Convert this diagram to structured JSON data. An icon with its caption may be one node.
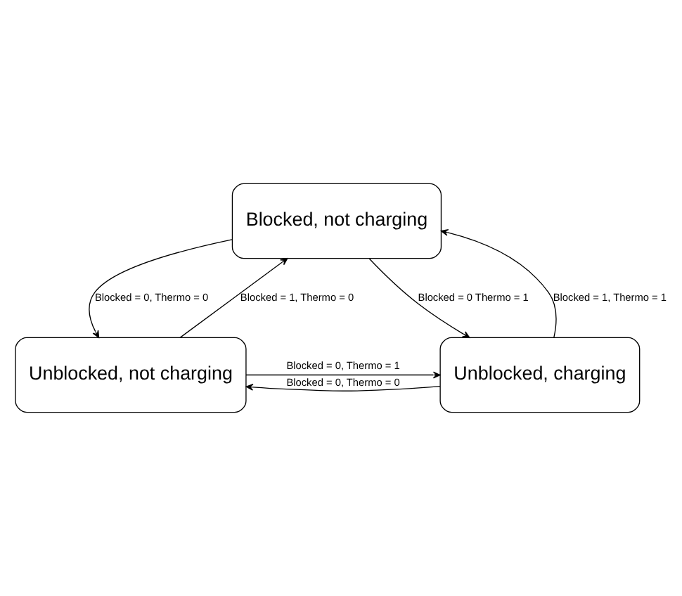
{
  "diagram": {
    "nodes": [
      {
        "text": [
          "Blocked, not charging"
        ]
      },
      {
        "text": [
          "Unblocked, not charging"
        ]
      },
      {
        "text": [
          "Unblocked, charging"
        ]
      }
    ],
    "edges": [
      {
        "from": 1,
        "to": 0,
        "arrow": "to",
        "label": "Blocked = 1, Thermo = 0"
      },
      {
        "from": 0,
        "to": 1,
        "arrow": "to",
        "label": "Blocked = 0, Thermo = 0"
      },
      {
        "from": 2,
        "to": 0,
        "arrow": "to",
        "label": "Blocked = 1, Thermo = 1"
      },
      {
        "from": 0,
        "to": 2,
        "arrow": "to",
        "label": "Blocked = 0 Thermo = 1"
      },
      {
        "from": 1,
        "to": 2,
        "arrow": "to",
        "label": "Blocked = 0, Thermo = 1"
      },
      {
        "from": 2,
        "to": 1,
        "arrow": "to",
        "label": "Blocked = 0, Thermo = 0"
      }
    ]
  }
}
